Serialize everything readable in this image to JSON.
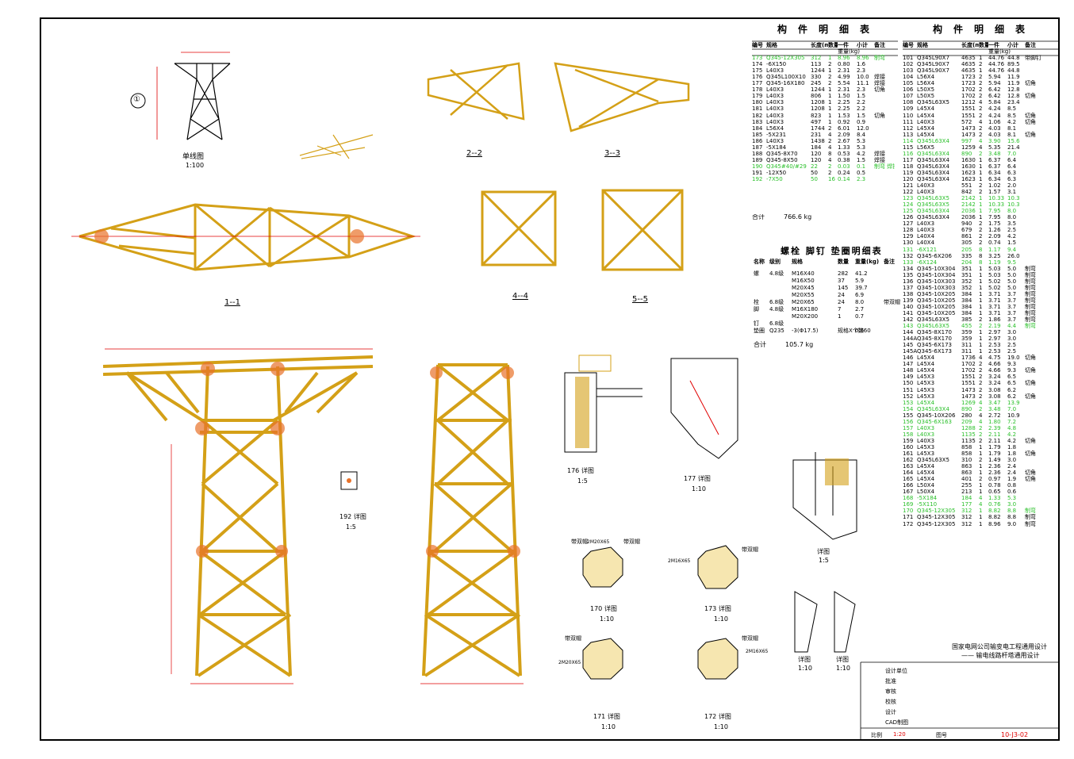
{
  "table_left": {
    "title": "构件明细表",
    "headers": [
      "编号",
      "规格",
      "长度(mm)",
      "数量",
      "一件",
      "小计",
      "备注"
    ],
    "weight_header": "重量(kg)",
    "rows": [
      [
        "173",
        "Q345-12X305",
        "312",
        "1",
        "8.96",
        "8.96",
        "制弯"
      ],
      [
        "174",
        "-6X150",
        "113",
        "2",
        "0.80",
        "1.6",
        ""
      ],
      [
        "175",
        "L40X3",
        "1244",
        "1",
        "2.31",
        "2.3",
        ""
      ],
      [
        "176",
        "Q345L100X10",
        "330",
        "2",
        "4.99",
        "10.0",
        "焊接"
      ],
      [
        "177",
        "Q345-16X180",
        "245",
        "2",
        "5.54",
        "11.1",
        "焊接"
      ],
      [
        "178",
        "L40X3",
        "1244",
        "1",
        "2.31",
        "2.3",
        "切角"
      ],
      [
        "179",
        "L40X3",
        "806",
        "1",
        "1.50",
        "1.5",
        ""
      ],
      [
        "180",
        "L40X3",
        "1208",
        "1",
        "2.25",
        "2.2",
        ""
      ],
      [
        "181",
        "L40X3",
        "1208",
        "1",
        "2.25",
        "2.2",
        ""
      ],
      [
        "182",
        "L40X3",
        "823",
        "1",
        "1.53",
        "1.5",
        "切角"
      ],
      [
        "183",
        "L40X3",
        "497",
        "1",
        "0.92",
        "0.9",
        ""
      ],
      [
        "184",
        "L56X4",
        "1744",
        "2",
        "6.01",
        "12.0",
        ""
      ],
      [
        "185",
        "-5X231",
        "231",
        "4",
        "2.09",
        "8.4",
        ""
      ],
      [
        "186",
        "L40X3",
        "1438",
        "2",
        "2.67",
        "5.3",
        ""
      ],
      [
        "187",
        "-5X184",
        "184",
        "4",
        "1.33",
        "5.3",
        ""
      ],
      [
        "188",
        "Q345-8X70",
        "120",
        "8",
        "0.53",
        "4.2",
        "焊接"
      ],
      [
        "189",
        "Q345-8X50",
        "120",
        "4",
        "0.38",
        "1.5",
        "焊接"
      ],
      [
        "190",
        "Q345#40/#29",
        "22",
        "2",
        "0.03",
        "0.1",
        "制弯 焊接"
      ],
      [
        "191",
        "-12X50",
        "50",
        "2",
        "0.24",
        "0.5",
        ""
      ],
      [
        "192",
        "-7X50",
        "50",
        "16",
        "0.14",
        "2.3",
        ""
      ]
    ],
    "highlight_rows": [
      0,
      17,
      19
    ],
    "total_label": "合计",
    "total_value": "766.6 kg"
  },
  "bolt_table": {
    "title": "螺栓 脚钉 垫圈明细表",
    "headers": [
      "名称",
      "级别",
      "规格",
      "数量",
      "重量(kg)",
      "备注"
    ],
    "rows": [
      [
        "螺",
        "4.8级",
        "M16X40",
        "282",
        "41.2",
        ""
      ],
      [
        "",
        "",
        "M16X50",
        "37",
        "5.9",
        ""
      ],
      [
        "",
        "",
        "M20X45",
        "145",
        "39.7",
        ""
      ],
      [
        "",
        "",
        "M20X55",
        "24",
        "6.9",
        ""
      ],
      [
        "栓",
        "6.8级",
        "M20X65",
        "24",
        "8.0",
        "带双帽"
      ],
      [
        "脚",
        "4.8级",
        "M16X180",
        "7",
        "2.7",
        ""
      ],
      [
        "",
        "",
        "M20X200",
        "1",
        "0.7",
        ""
      ],
      [
        "钉",
        "6.8级",
        "",
        "",
        "",
        ""
      ],
      [
        "垫圈",
        "Q235",
        "-3(Φ17.5)",
        "规格X个数60",
        "0.6",
        ""
      ]
    ],
    "total_label": "合计",
    "total_value": "105.7 kg"
  },
  "table_right": {
    "title": "构件明细表",
    "headers": [
      "编号",
      "规格",
      "长度(mm)",
      "数量",
      "一件",
      "小计",
      "备注"
    ],
    "weight_header": "重量(kg)",
    "rows": [
      [
        "101",
        "Q345L90X7",
        "4635",
        "1",
        "44.76",
        "44.8",
        "带脚钉"
      ],
      [
        "102",
        "Q345L90X7",
        "4635",
        "2",
        "44.76",
        "89.5",
        ""
      ],
      [
        "103",
        "Q345L90X7",
        "4635",
        "1",
        "44.76",
        "44.8",
        ""
      ],
      [
        "104",
        "L56X4",
        "1723",
        "2",
        "5.94",
        "11.9",
        ""
      ],
      [
        "105",
        "L56X4",
        "1723",
        "2",
        "5.94",
        "11.9",
        "切角"
      ],
      [
        "106",
        "L50X5",
        "1702",
        "2",
        "6.42",
        "12.8",
        ""
      ],
      [
        "107",
        "L50X5",
        "1702",
        "2",
        "6.42",
        "12.8",
        "切角"
      ],
      [
        "108",
        "Q345L63X5",
        "1212",
        "4",
        "5.84",
        "23.4",
        ""
      ],
      [
        "109",
        "L45X4",
        "1551",
        "2",
        "4.24",
        "8.5",
        ""
      ],
      [
        "110",
        "L45X4",
        "1551",
        "2",
        "4.24",
        "8.5",
        "切角"
      ],
      [
        "111",
        "L40X3",
        "572",
        "4",
        "1.06",
        "4.2",
        "切角"
      ],
      [
        "112",
        "L45X4",
        "1473",
        "2",
        "4.03",
        "8.1",
        ""
      ],
      [
        "113",
        "L45X4",
        "1473",
        "2",
        "4.03",
        "8.1",
        "切角"
      ],
      [
        "114",
        "Q345L63X4",
        "997",
        "4",
        "3.90",
        "15.6",
        ""
      ],
      [
        "115",
        "L56X5",
        "1259",
        "4",
        "5.35",
        "21.4",
        ""
      ],
      [
        "116",
        "Q345L63X4",
        "890",
        "2",
        "3.48",
        "7.0",
        ""
      ],
      [
        "117",
        "Q345L63X4",
        "1630",
        "1",
        "6.37",
        "6.4",
        ""
      ],
      [
        "118",
        "Q345L63X4",
        "1630",
        "1",
        "6.37",
        "6.4",
        ""
      ],
      [
        "119",
        "Q345L63X4",
        "1623",
        "1",
        "6.34",
        "6.3",
        ""
      ],
      [
        "120",
        "Q345L63X4",
        "1623",
        "1",
        "6.34",
        "6.3",
        ""
      ],
      [
        "121",
        "L40X3",
        "551",
        "2",
        "1.02",
        "2.0",
        ""
      ],
      [
        "122",
        "L40X3",
        "842",
        "2",
        "1.57",
        "3.1",
        ""
      ],
      [
        "123",
        "Q345L63X5",
        "2142",
        "1",
        "10.33",
        "10.3",
        ""
      ],
      [
        "124",
        "Q345L63X5",
        "2142",
        "1",
        "10.33",
        "10.3",
        ""
      ],
      [
        "125",
        "Q345L63X4",
        "2036",
        "1",
        "7.95",
        "8.0",
        ""
      ],
      [
        "126",
        "Q345L63X4",
        "2036",
        "1",
        "7.95",
        "8.0",
        ""
      ],
      [
        "127",
        "L40X3",
        "940",
        "2",
        "1.75",
        "3.5",
        ""
      ],
      [
        "128",
        "L40X3",
        "679",
        "2",
        "1.26",
        "2.5",
        ""
      ],
      [
        "129",
        "L40X4",
        "861",
        "2",
        "2.09",
        "4.2",
        ""
      ],
      [
        "130",
        "L40X4",
        "305",
        "2",
        "0.74",
        "1.5",
        ""
      ],
      [
        "131",
        "-6X121",
        "205",
        "8",
        "1.17",
        "9.4",
        ""
      ],
      [
        "132",
        "Q345-6X206",
        "335",
        "8",
        "3.25",
        "26.0",
        ""
      ],
      [
        "133",
        "-6X124",
        "204",
        "8",
        "1.19",
        "9.5",
        ""
      ],
      [
        "134",
        "Q345-10X304",
        "351",
        "1",
        "5.03",
        "5.0",
        "制弯"
      ],
      [
        "135",
        "Q345-10X304",
        "351",
        "1",
        "5.03",
        "5.0",
        "制弯"
      ],
      [
        "136",
        "Q345-10X303",
        "352",
        "1",
        "5.02",
        "5.0",
        "制弯"
      ],
      [
        "137",
        "Q345-10X303",
        "352",
        "1",
        "5.02",
        "5.0",
        "制弯"
      ],
      [
        "138",
        "Q345-10X205",
        "384",
        "1",
        "3.71",
        "3.7",
        "制弯"
      ],
      [
        "139",
        "Q345-10X205",
        "384",
        "1",
        "3.71",
        "3.7",
        "制弯"
      ],
      [
        "140",
        "Q345-10X205",
        "384",
        "1",
        "3.71",
        "3.7",
        "制弯"
      ],
      [
        "141",
        "Q345-10X205",
        "384",
        "1",
        "3.71",
        "3.7",
        "制弯"
      ],
      [
        "142",
        "Q345L63X5",
        "385",
        "2",
        "1.86",
        "3.7",
        "制弯"
      ],
      [
        "143",
        "Q345L63X5",
        "455",
        "2",
        "2.19",
        "4.4",
        "制弯"
      ],
      [
        "144",
        "Q345-8X170",
        "359",
        "1",
        "2.97",
        "3.0",
        ""
      ],
      [
        "144A",
        "Q345-8X170",
        "359",
        "1",
        "2.97",
        "3.0",
        ""
      ],
      [
        "145",
        "Q345-6X173",
        "311",
        "1",
        "2.53",
        "2.5",
        ""
      ],
      [
        "145A",
        "Q345-6X173",
        "311",
        "1",
        "2.53",
        "2.5",
        ""
      ],
      [
        "146",
        "L45X4",
        "1736",
        "4",
        "4.75",
        "19.0",
        "切角"
      ],
      [
        "147",
        "L45X4",
        "1702",
        "2",
        "4.66",
        "9.3",
        ""
      ],
      [
        "148",
        "L45X4",
        "1702",
        "2",
        "4.66",
        "9.3",
        "切角"
      ],
      [
        "149",
        "L45X3",
        "1551",
        "2",
        "3.24",
        "6.5",
        ""
      ],
      [
        "150",
        "L45X3",
        "1551",
        "2",
        "3.24",
        "6.5",
        "切角"
      ],
      [
        "151",
        "L45X3",
        "1473",
        "2",
        "3.08",
        "6.2",
        ""
      ],
      [
        "152",
        "L45X3",
        "1473",
        "2",
        "3.08",
        "6.2",
        "切角"
      ],
      [
        "153",
        "L45X4",
        "1269",
        "4",
        "3.47",
        "13.9",
        ""
      ],
      [
        "154",
        "Q345L63X4",
        "890",
        "2",
        "3.48",
        "7.0",
        ""
      ],
      [
        "155",
        "Q345-10X206",
        "280",
        "4",
        "2.72",
        "10.9",
        ""
      ],
      [
        "156",
        "Q345-6X163",
        "209",
        "4",
        "1.80",
        "7.2",
        ""
      ],
      [
        "157",
        "L40X3",
        "1288",
        "2",
        "2.39",
        "4.8",
        ""
      ],
      [
        "158",
        "L40X3",
        "1135",
        "2",
        "2.11",
        "4.2",
        ""
      ],
      [
        "159",
        "L40X3",
        "1135",
        "2",
        "2.11",
        "4.2",
        "切角"
      ],
      [
        "160",
        "L45X3",
        "858",
        "1",
        "1.79",
        "1.8",
        ""
      ],
      [
        "161",
        "L45X3",
        "858",
        "1",
        "1.79",
        "1.8",
        "切角"
      ],
      [
        "162",
        "Q345L63X5",
        "310",
        "2",
        "1.49",
        "3.0",
        ""
      ],
      [
        "163",
        "L45X4",
        "863",
        "1",
        "2.36",
        "2.4",
        ""
      ],
      [
        "164",
        "L45X4",
        "863",
        "1",
        "2.36",
        "2.4",
        "切角"
      ],
      [
        "165",
        "L45X4",
        "401",
        "2",
        "0.97",
        "1.9",
        "切角"
      ],
      [
        "166",
        "L50X4",
        "255",
        "1",
        "0.78",
        "0.8",
        ""
      ],
      [
        "167",
        "L50X4",
        "213",
        "1",
        "0.65",
        "0.6",
        ""
      ],
      [
        "168",
        "-5X184",
        "184",
        "4",
        "1.33",
        "5.3",
        ""
      ],
      [
        "169",
        "-5X110",
        "177",
        "4",
        "0.76",
        "3.0",
        ""
      ],
      [
        "170",
        "Q345-12X305",
        "312",
        "1",
        "8.82",
        "8.8",
        "制弯"
      ],
      [
        "171",
        "Q345-12X305",
        "312",
        "1",
        "8.82",
        "8.8",
        "制弯"
      ],
      [
        "172",
        "Q345-12X305",
        "312",
        "1",
        "8.96",
        "9.0",
        "制弯"
      ]
    ],
    "highlight_rows": [
      13,
      15,
      22,
      23,
      24,
      30,
      32,
      42,
      54,
      55,
      57,
      58,
      59,
      69,
      70,
      71
    ]
  },
  "views": {
    "single_line": "单线图",
    "single_line_scale": "1:100",
    "circle_no": "①",
    "sec_11": "1--1",
    "sec_22": "2--2",
    "sec_33": "3--3",
    "sec_44": "4--4",
    "sec_55": "5--5",
    "detail_176": "176",
    "detail_177": "177",
    "detail_170": "170",
    "detail_171": "171",
    "detail_172": "172",
    "detail_173": "173",
    "detail_192": "192",
    "detail_text": "详图",
    "scale_15": "1:5",
    "scale_110": "1:10",
    "dual_nut": "带双帽",
    "bolt_m20": "2M20X65",
    "bolt_m16": "2M16X65"
  },
  "title_block": {
    "org_line1": "国家电网公司输变电工程通用设计",
    "org_line2": "—— 输电线路杆塔通用设计",
    "roles": [
      "设计单位",
      "批准",
      "审核",
      "校核",
      "设计",
      "CAD制图"
    ],
    "scale_label": "比例",
    "scale_value": "1:20",
    "drawing_label": "图号",
    "drawing_no": "10-J3-02"
  },
  "colors": {
    "member": "#d4a017",
    "dim_red": "#e00000",
    "hl_green": "#2bc02b",
    "frame": "#000000"
  }
}
